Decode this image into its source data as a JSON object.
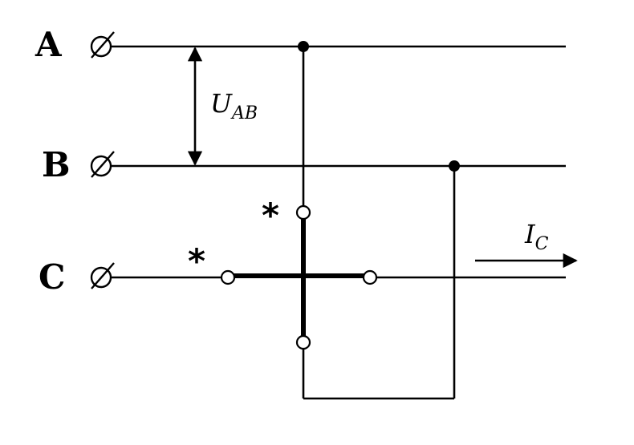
{
  "phases": {
    "a": "A",
    "b": "B",
    "c": "C"
  },
  "voltage": {
    "symbol": "U",
    "subscript": "AB"
  },
  "current": {
    "symbol": "I",
    "subscript": "C"
  },
  "polarity_marks": {
    "current_coil": "*",
    "voltage_coil": "*"
  }
}
